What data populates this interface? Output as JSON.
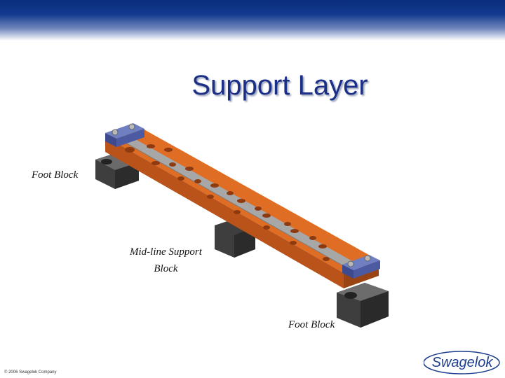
{
  "slide": {
    "title": "Support Layer",
    "labels": {
      "foot_block_left": "Foot Block",
      "midline_line1": "Mid-line Support",
      "midline_line2": "Block",
      "foot_block_right": "Foot Block"
    },
    "copyright": "© 2006 Swagelok Company",
    "logo_text": "Swagelok"
  },
  "colors": {
    "header_blue": "#0b2d7c",
    "title_blue": "#1b2f86",
    "rail_orange": "#d6651f",
    "block_gray": "#4c4c4c",
    "clamp_blue": "#5565a8"
  }
}
